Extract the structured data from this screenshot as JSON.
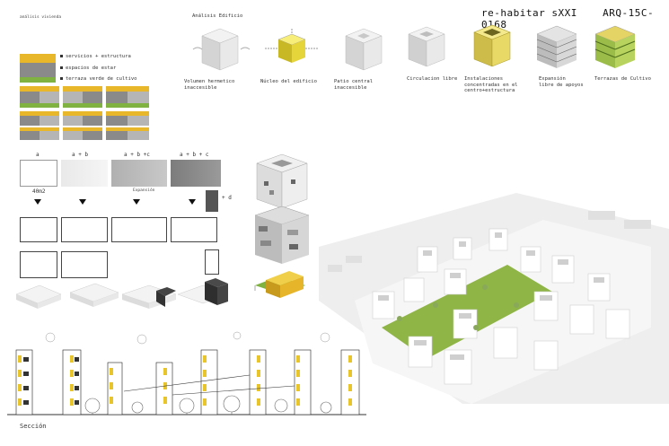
{
  "header": {
    "title_left": "re-habitar sXXI",
    "title_right": "ARQ-15C-0168"
  },
  "analysis_vivienda": {
    "label": "análisis vivienda",
    "legend": [
      "servicios + estructura",
      "espacios de estar",
      "terraza verde de cultivo"
    ]
  },
  "analysis_edificio": {
    "label": "Análisis Edificio",
    "steps": [
      "Volumen hermetico\ninaccesible",
      "Núcleo del edificio",
      "Patio central\ninaccesible",
      "Circulacion libre",
      "Instalaciones\nconcentradas en el\ncentro+estructura",
      "Expansión\nlibre de apoyos",
      "Terrazas de Cultivo"
    ]
  },
  "growth": {
    "labels": [
      "a",
      "a + b",
      "a + b +c",
      "a + b + c",
      "+ d"
    ],
    "area": "40m2",
    "sublabel": "Expansión"
  },
  "section": {
    "label": "Sección"
  },
  "colors": {
    "yellow": "#e8b82a",
    "green": "#7fb240",
    "dark_gray": "#555555",
    "light_gray": "#e6e6e6"
  }
}
